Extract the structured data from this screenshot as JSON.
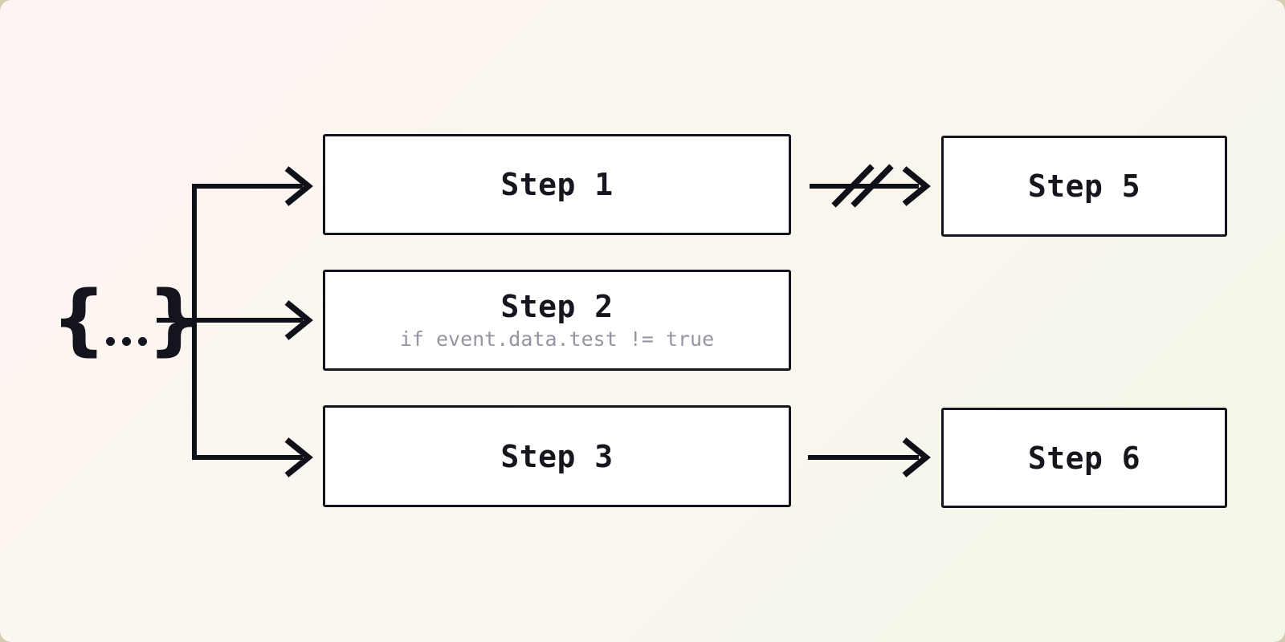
{
  "diagram": {
    "kind": "workflow-fan-out",
    "trigger": {
      "icon": "event-payload-icon",
      "brace_open": "{",
      "brace_close": "}"
    },
    "steps": [
      {
        "id": "step-1",
        "label": "Step 1"
      },
      {
        "id": "step-2",
        "label": "Step 2",
        "condition": "if event.data.test != true"
      },
      {
        "id": "step-3",
        "label": "Step 3"
      },
      {
        "id": "step-5",
        "label": "Step 5"
      },
      {
        "id": "step-6",
        "label": "Step 6"
      }
    ],
    "edges": [
      {
        "from": "event",
        "to": "step-1",
        "type": "normal"
      },
      {
        "from": "event",
        "to": "step-2",
        "type": "normal"
      },
      {
        "from": "event",
        "to": "step-3",
        "type": "normal"
      },
      {
        "from": "step-1",
        "to": "step-5",
        "type": "cancelled"
      },
      {
        "from": "step-3",
        "to": "step-6",
        "type": "normal"
      }
    ],
    "colors": {
      "ink": "#101019",
      "node_bg": "#ffffff",
      "node_border": "#14141f",
      "condition_text": "#9595a1",
      "bg_top_left": "#fcf4f2",
      "bg_bottom_right": "#f3f7e9"
    }
  }
}
